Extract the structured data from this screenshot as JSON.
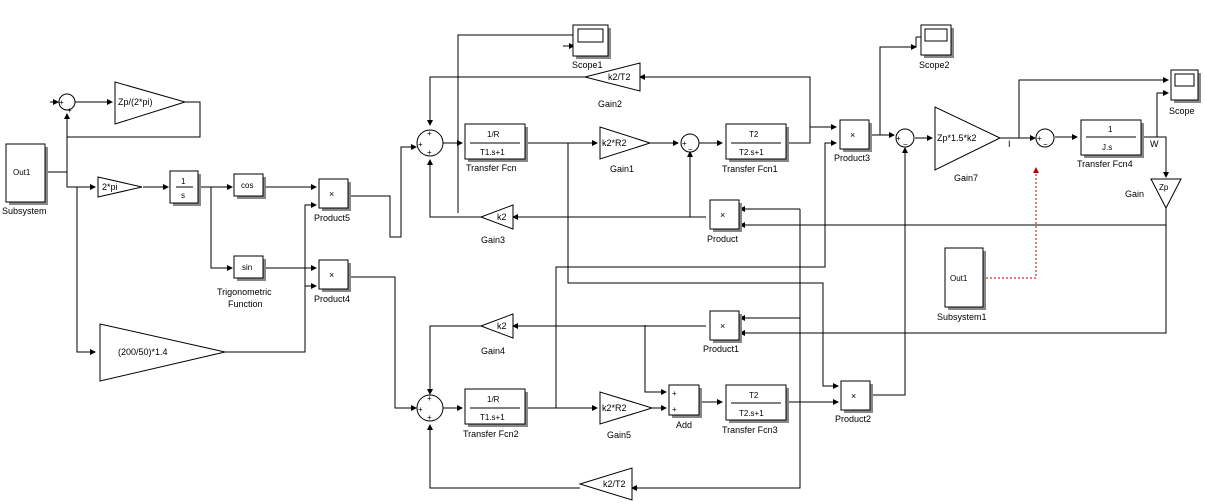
{
  "labels": {
    "out1": "Out1",
    "subsystem": "Subsystem",
    "gain_zp_2pi": "Zp/(2*pi)",
    "gain_2pi": "2*pi",
    "int_num": "1",
    "int_den": "s",
    "cos": "cos",
    "sin": "sin",
    "trig_line1": "Trigonometric",
    "trig_line2": "Function",
    "gain_200_50": "(200/50)*1.4",
    "product5": "Product5",
    "product4": "Product4",
    "tf_num_1r": "1/R",
    "tf_den_t1": "T1.s+1",
    "transfer_fcn": "Transfer Fcn",
    "transfer_fcn2": "Transfer Fcn2",
    "gain_k2r2": "k2*R2",
    "gain1": "Gain1",
    "gain5": "Gain5",
    "tf_num_t2": "T2",
    "tf_den_t2": "T2.s+1",
    "transfer_fcn1": "Transfer Fcn1",
    "transfer_fcn3": "Transfer Fcn3",
    "gain_k2t2": "k2/T2",
    "gain2": "Gain2",
    "gain_k2": "k2",
    "gain3": "Gain3",
    "gain4": "Gain4",
    "product": "Product",
    "product1": "Product1",
    "product2": "Product2",
    "product3": "Product3",
    "add": "Add",
    "scope1": "Scope1",
    "scope2": "Scope2",
    "scope": "Scope",
    "gain7_expr": "Zp*1.5*k2",
    "gain7": "Gain7",
    "signal_i": "I",
    "tf4_num": "1",
    "tf4_den": "J.s",
    "transfer_fcn4": "Transfer Fcn4",
    "signal_w": "W",
    "gain_zp": "Zp",
    "gain": "Gain",
    "subsystem1": "Subsystem1",
    "times": "×",
    "plus": "+",
    "minus": "−"
  }
}
